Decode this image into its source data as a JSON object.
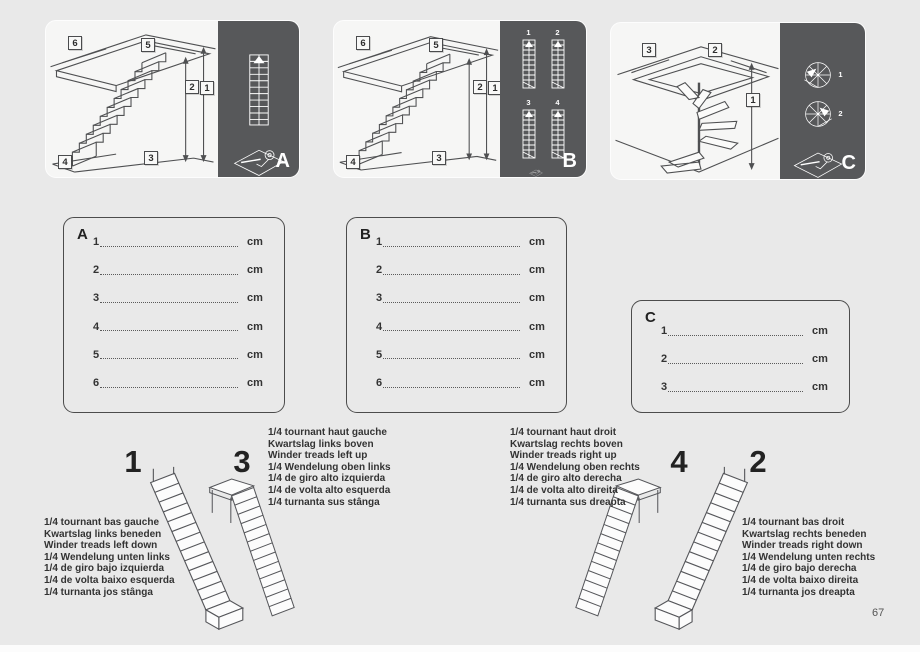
{
  "page": {
    "number": "67"
  },
  "colors": {
    "page_bg": "#e9e9e9",
    "card_bg": "#f6f6f5",
    "panel_dark": "#57585a",
    "line": "#4f5052",
    "text": "#333333"
  },
  "panels": [
    {
      "letter": "A",
      "callouts": {
        "c1": "1",
        "c2": "2",
        "c3": "3",
        "c4": "4",
        "c5": "5",
        "c6": "6"
      }
    },
    {
      "letter": "B",
      "callouts": {
        "c1": "1",
        "c2": "2",
        "c3": "3",
        "c4": "4",
        "c5": "5",
        "c6": "6"
      },
      "plan_icons": [
        "1",
        "2",
        "3",
        "4"
      ]
    },
    {
      "letter": "C",
      "callouts": {
        "c1": "1",
        "c2": "2",
        "c3": "3"
      },
      "plan_icons": [
        "1",
        "2"
      ]
    }
  ],
  "forms": [
    {
      "letter": "A",
      "unit": "cm",
      "rows": [
        "1",
        "2",
        "3",
        "4",
        "5",
        "6"
      ]
    },
    {
      "letter": "B",
      "unit": "cm",
      "rows": [
        "1",
        "2",
        "3",
        "4",
        "5",
        "6"
      ]
    },
    {
      "letter": "C",
      "unit": "cm",
      "rows": [
        "1",
        "2",
        "3"
      ]
    }
  ],
  "stair_types": [
    {
      "number": "1",
      "lines": [
        "1/4 tournant bas gauche",
        "Kwartslag links beneden",
        "Winder treads left down",
        "1/4 Wendelung unten links",
        "1/4 de giro bajo izquierda",
        "1/4 de volta baixo esquerda",
        "1/4 turnanta jos stânga"
      ]
    },
    {
      "number": "3",
      "lines": [
        "1/4 tournant haut gauche",
        "Kwartslag links boven",
        "Winder treads left up",
        "1/4 Wendelung oben links",
        "1/4 de giro alto izquierda",
        "1/4 de volta alto esquerda",
        "1/4 turnanta sus stânga"
      ]
    },
    {
      "number": "4",
      "lines": [
        "1/4 tournant haut droit",
        "Kwartslag rechts boven",
        "Winder treads right up",
        "1/4 Wendelung oben rechts",
        "1/4 de giro alto derecha",
        "1/4 de volta alto direita",
        "1/4 turnanta sus dreapta"
      ]
    },
    {
      "number": "2",
      "lines": [
        "1/4 tournant bas droit",
        "Kwartslag rechts beneden",
        "Winder treads right down",
        "1/4 Wendelung unten rechts",
        "1/4 de giro bajo derecha",
        "1/4 de volta baixo direita",
        "1/4 turnanta jos dreapta"
      ]
    }
  ]
}
